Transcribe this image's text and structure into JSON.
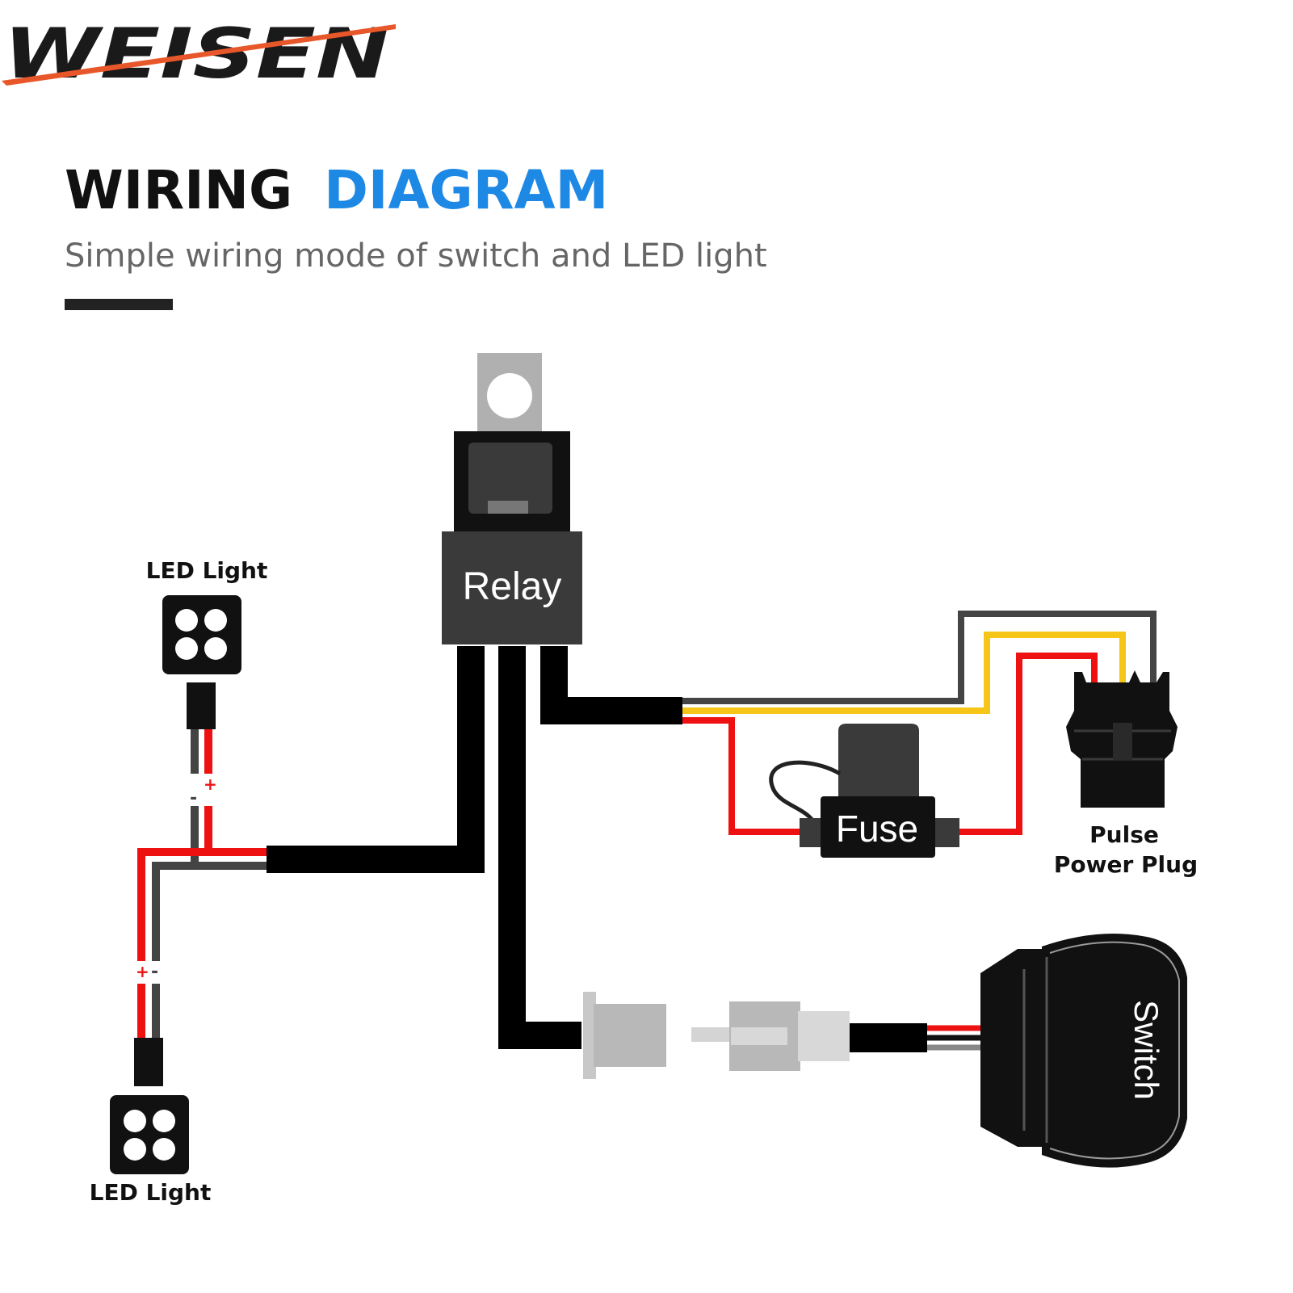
{
  "brand": {
    "logo_text": "WEISEN",
    "logo_color_dark": "#1a1a1a",
    "logo_color_accent": "#e8572a"
  },
  "header": {
    "title_word1": "WIRING",
    "title_word2": "DIAGRAM",
    "title_accent_color": "#1e88e5",
    "subtitle": "Simple wiring mode of switch and LED light"
  },
  "components": {
    "relay_label": "Relay",
    "fuse_label": "Fuse",
    "led_top_label": "LED Light",
    "led_bottom_label": "LED Light",
    "power_plug_line1": "Pulse",
    "power_plug_line2": "Power Plug",
    "switch_label": "Switch"
  },
  "polarity": {
    "positive": "+",
    "negative": "-"
  },
  "wire_colors": {
    "red": "#ee1111",
    "yellow": "#f5c518",
    "gray": "#444444",
    "black": "#000000"
  }
}
